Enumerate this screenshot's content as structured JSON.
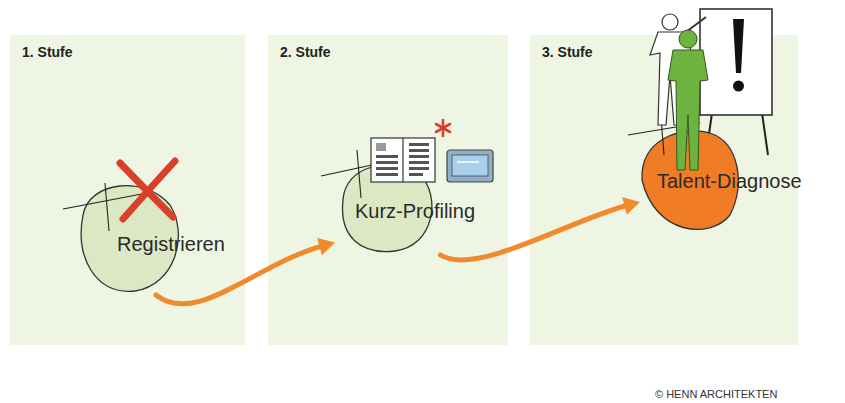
{
  "diagram": {
    "nodes": [
      {
        "text": [
          "1. Stufe"
        ]
      },
      {
        "text": [
          "Registrieren"
        ],
        "in": 0
      },
      {
        "text": [
          "2. Stufe"
        ]
      },
      {
        "text": [
          "Kurz-Profiling"
        ],
        "in": 2
      },
      {
        "text": [
          "3. Stufe"
        ]
      },
      {
        "text": [
          "Talent-Diagnose"
        ],
        "in": 4
      }
    ],
    "edges": [
      {
        "from": 1,
        "to": 3,
        "arrow": "to"
      },
      {
        "from": 3,
        "to": 5,
        "arrow": "to"
      }
    ],
    "labels": [
      "© HENN ARCHITEKTEN"
    ]
  }
}
